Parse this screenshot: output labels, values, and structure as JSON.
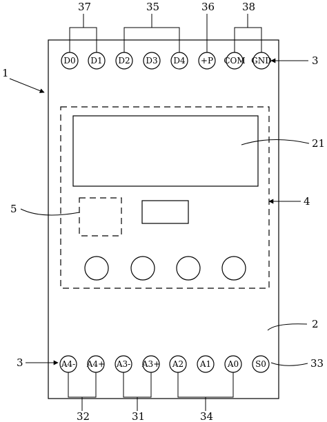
{
  "diagram": {
    "top_terminals": [
      "D0",
      "D1",
      "D2",
      "D3",
      "D4",
      "+P",
      "COM",
      "GND"
    ],
    "bottom_terminals": [
      "A4-",
      "A4+",
      "A3-",
      "A3+",
      "A2",
      "A1",
      "A0",
      "S0"
    ],
    "callouts": {
      "device": "1",
      "housing": "2",
      "left_terminal": "3",
      "right_terminal": "3",
      "dashed_panel": "4",
      "dashed_square": "5",
      "display": "21",
      "a4_group": "32",
      "a3_group": "31",
      "a_group": "34",
      "s0_terminal": "33",
      "d0_d1_group": "37",
      "d2_d4_group": "35",
      "p_terminal": "36",
      "com_gnd_group": "38"
    }
  }
}
